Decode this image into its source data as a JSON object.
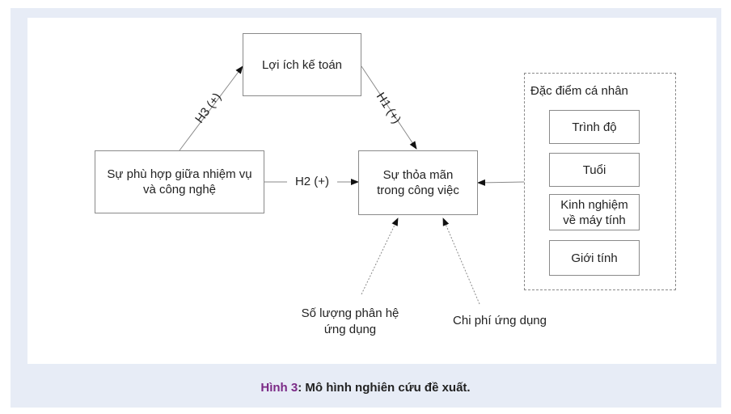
{
  "nodes": {
    "loi_ich": "Lợi ích kế toán",
    "phu_hop": "Sự phù hợp giữa nhiệm vụ và công nghệ",
    "thoa_man": "Sự thỏa mãn trong công việc",
    "group_title": "Đặc điểm cá nhân",
    "trinh_do": "Trình độ",
    "tuoi": "Tuổi",
    "kinh_nghiem": "Kinh nghiệm về máy tính",
    "gioi_tinh": "Giới tính",
    "so_luong": "Số lượng phân hệ ứng dụng",
    "chi_phi": "Chi phí ứng dụng"
  },
  "edges": {
    "h1": "H1 (+)",
    "h2": "H2 (+)",
    "h3": "H3 (+)"
  },
  "caption": {
    "label": "Hình 3",
    "text": ": Mô hình nghiên cứu đề xuất."
  },
  "colors": {
    "frame": "#e7ecf6",
    "caption_label": "#7b2a86",
    "line": "#8a8a8a"
  }
}
